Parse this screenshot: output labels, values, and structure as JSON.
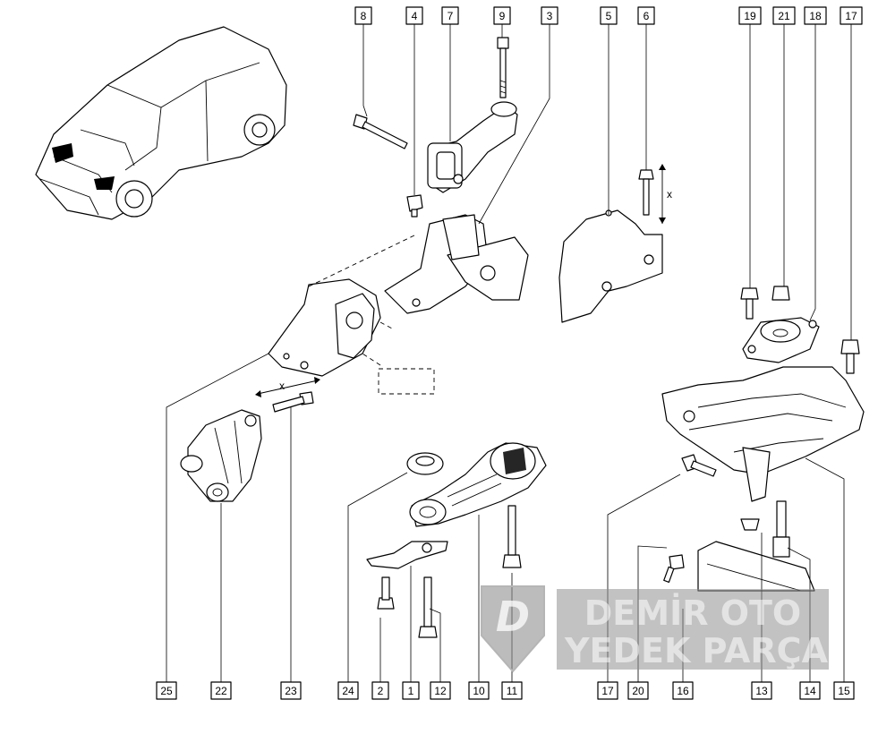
{
  "callouts": {
    "c8": "8",
    "c4": "4",
    "c7": "7",
    "c9": "9",
    "c3": "3",
    "c5": "5",
    "c6": "6",
    "c19": "19",
    "c21": "21",
    "c18": "18",
    "c17_top": "17",
    "c25": "25",
    "c22": "22",
    "c23": "23",
    "c24": "24",
    "c2": "2",
    "c1": "1",
    "c12": "12",
    "c10": "10",
    "c11": "11",
    "c17_bottom": "17",
    "c20": "20",
    "c16": "16",
    "c13": "13",
    "c14": "14",
    "c15": "15"
  },
  "dimension_marks": {
    "x_upper": "x",
    "x_lower": "x"
  },
  "watermark": {
    "line1": "DEMİR OTO",
    "line2": "YEDEK PARÇA",
    "logo_letter": "D"
  }
}
